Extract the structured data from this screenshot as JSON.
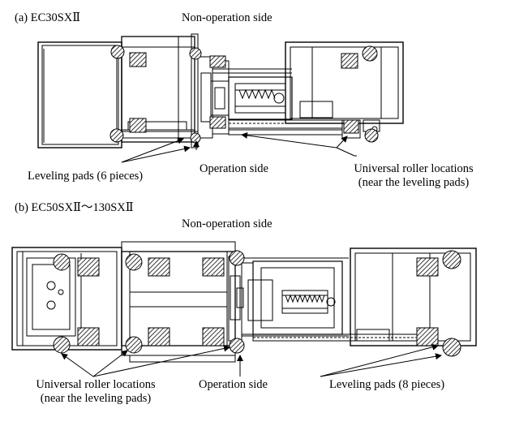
{
  "colors": {
    "line": "#000000",
    "hatch": "#222222",
    "background": "#ffffff"
  },
  "panel_a": {
    "caption": "(a)  EC30SXⅡ",
    "top_label": "Non-operation side",
    "left_label": "Leveling pads (6 pieces)",
    "middle_label": "Operation side",
    "right_label_line1": "Universal roller locations",
    "right_label_line2": "(near the leveling pads)"
  },
  "panel_b": {
    "caption": "(b)  EC50SXⅡ～130SXⅡ",
    "top_label": "Non-operation side",
    "left_label_line1": "Universal roller locations",
    "left_label_line2": "(near the leveling pads)",
    "middle_label": "Operation side",
    "right_label": "Leveling pads (8 pieces)"
  }
}
